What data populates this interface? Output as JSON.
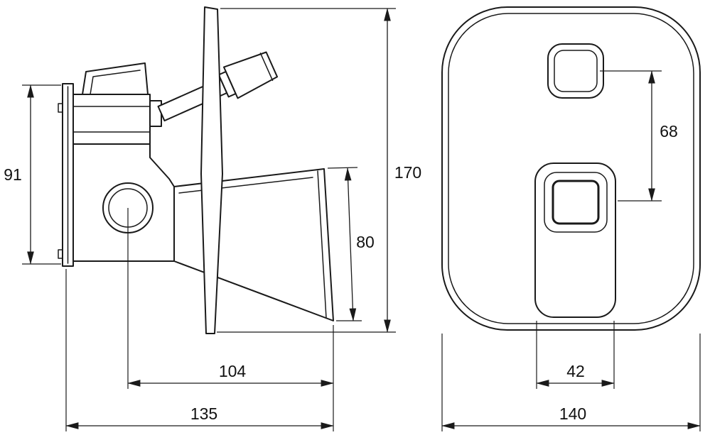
{
  "drawing": {
    "type": "technical-dimension-drawing",
    "subject": "wall-mounted-mixer-faucet",
    "views": {
      "side": {
        "dim_plate_height": "91",
        "dim_overall_height": "170",
        "dim_spout_face_height": "80",
        "dim_axis_to_spout": "104",
        "dim_overall_depth": "135"
      },
      "front": {
        "dim_opening_spacing": "68",
        "dim_lever_width": "42",
        "dim_plate_width": "140"
      }
    },
    "colors": {
      "line": "#1a1a1a",
      "background": "#ffffff"
    }
  }
}
